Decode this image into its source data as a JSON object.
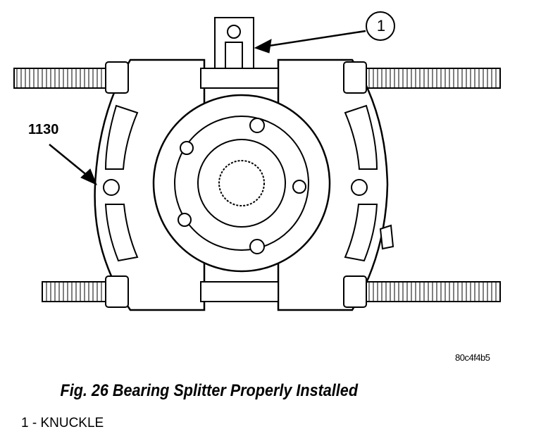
{
  "figure": {
    "callout_number": "1",
    "tool_number": "1130",
    "image_code": "80c4f4b5",
    "caption": "Fig. 26 Bearing Splitter Properly Installed",
    "legend": [
      "1 - KNUCKLE"
    ]
  }
}
